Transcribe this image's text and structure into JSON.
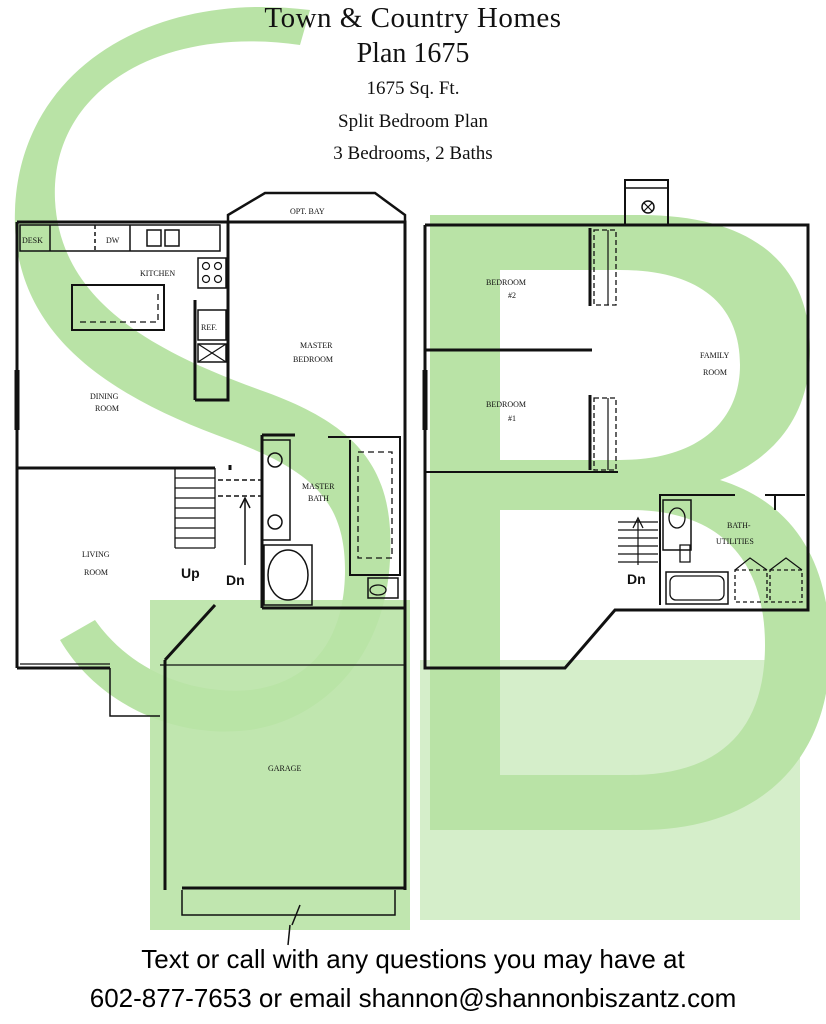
{
  "header": {
    "title": "Town & Country Homes",
    "plan": "Plan 1675",
    "sqft": "1675 Sq. Ft.",
    "style": "Split Bedroom Plan",
    "rooms": "3 Bedrooms, 2 Baths"
  },
  "watermark": {
    "letters": "SB",
    "color": "#b9e3a6"
  },
  "first_floor": {
    "desk": "DESK",
    "dw": "DW",
    "kitchen": "KITCHEN",
    "ref": "REF.",
    "opt_bay": "OPT. BAY",
    "dining_line1": "DINING",
    "dining_line2": "ROOM",
    "master_bed_line1": "MASTER",
    "master_bed_line2": "BEDROOM",
    "master_bath_line1": "MASTER",
    "master_bath_line2": "BATH",
    "living_line1": "LIVING",
    "living_line2": "ROOM",
    "up": "Up",
    "dn": "Dn",
    "garage": "GARAGE"
  },
  "second_floor": {
    "bedroom2_line1": "BEDROOM",
    "bedroom2_line2": "#2",
    "bedroom1_line1": "BEDROOM",
    "bedroom1_line2": "#1",
    "family_line1": "FAMILY",
    "family_line2": "ROOM",
    "bath_line1": "BATH-",
    "bath_line2": "UTILITIES",
    "dn": "Dn"
  },
  "footer": {
    "line1": "Text or call with any questions you may have at",
    "line2": "602-877-7653 or email shannon@shannonbiszantz.com"
  }
}
